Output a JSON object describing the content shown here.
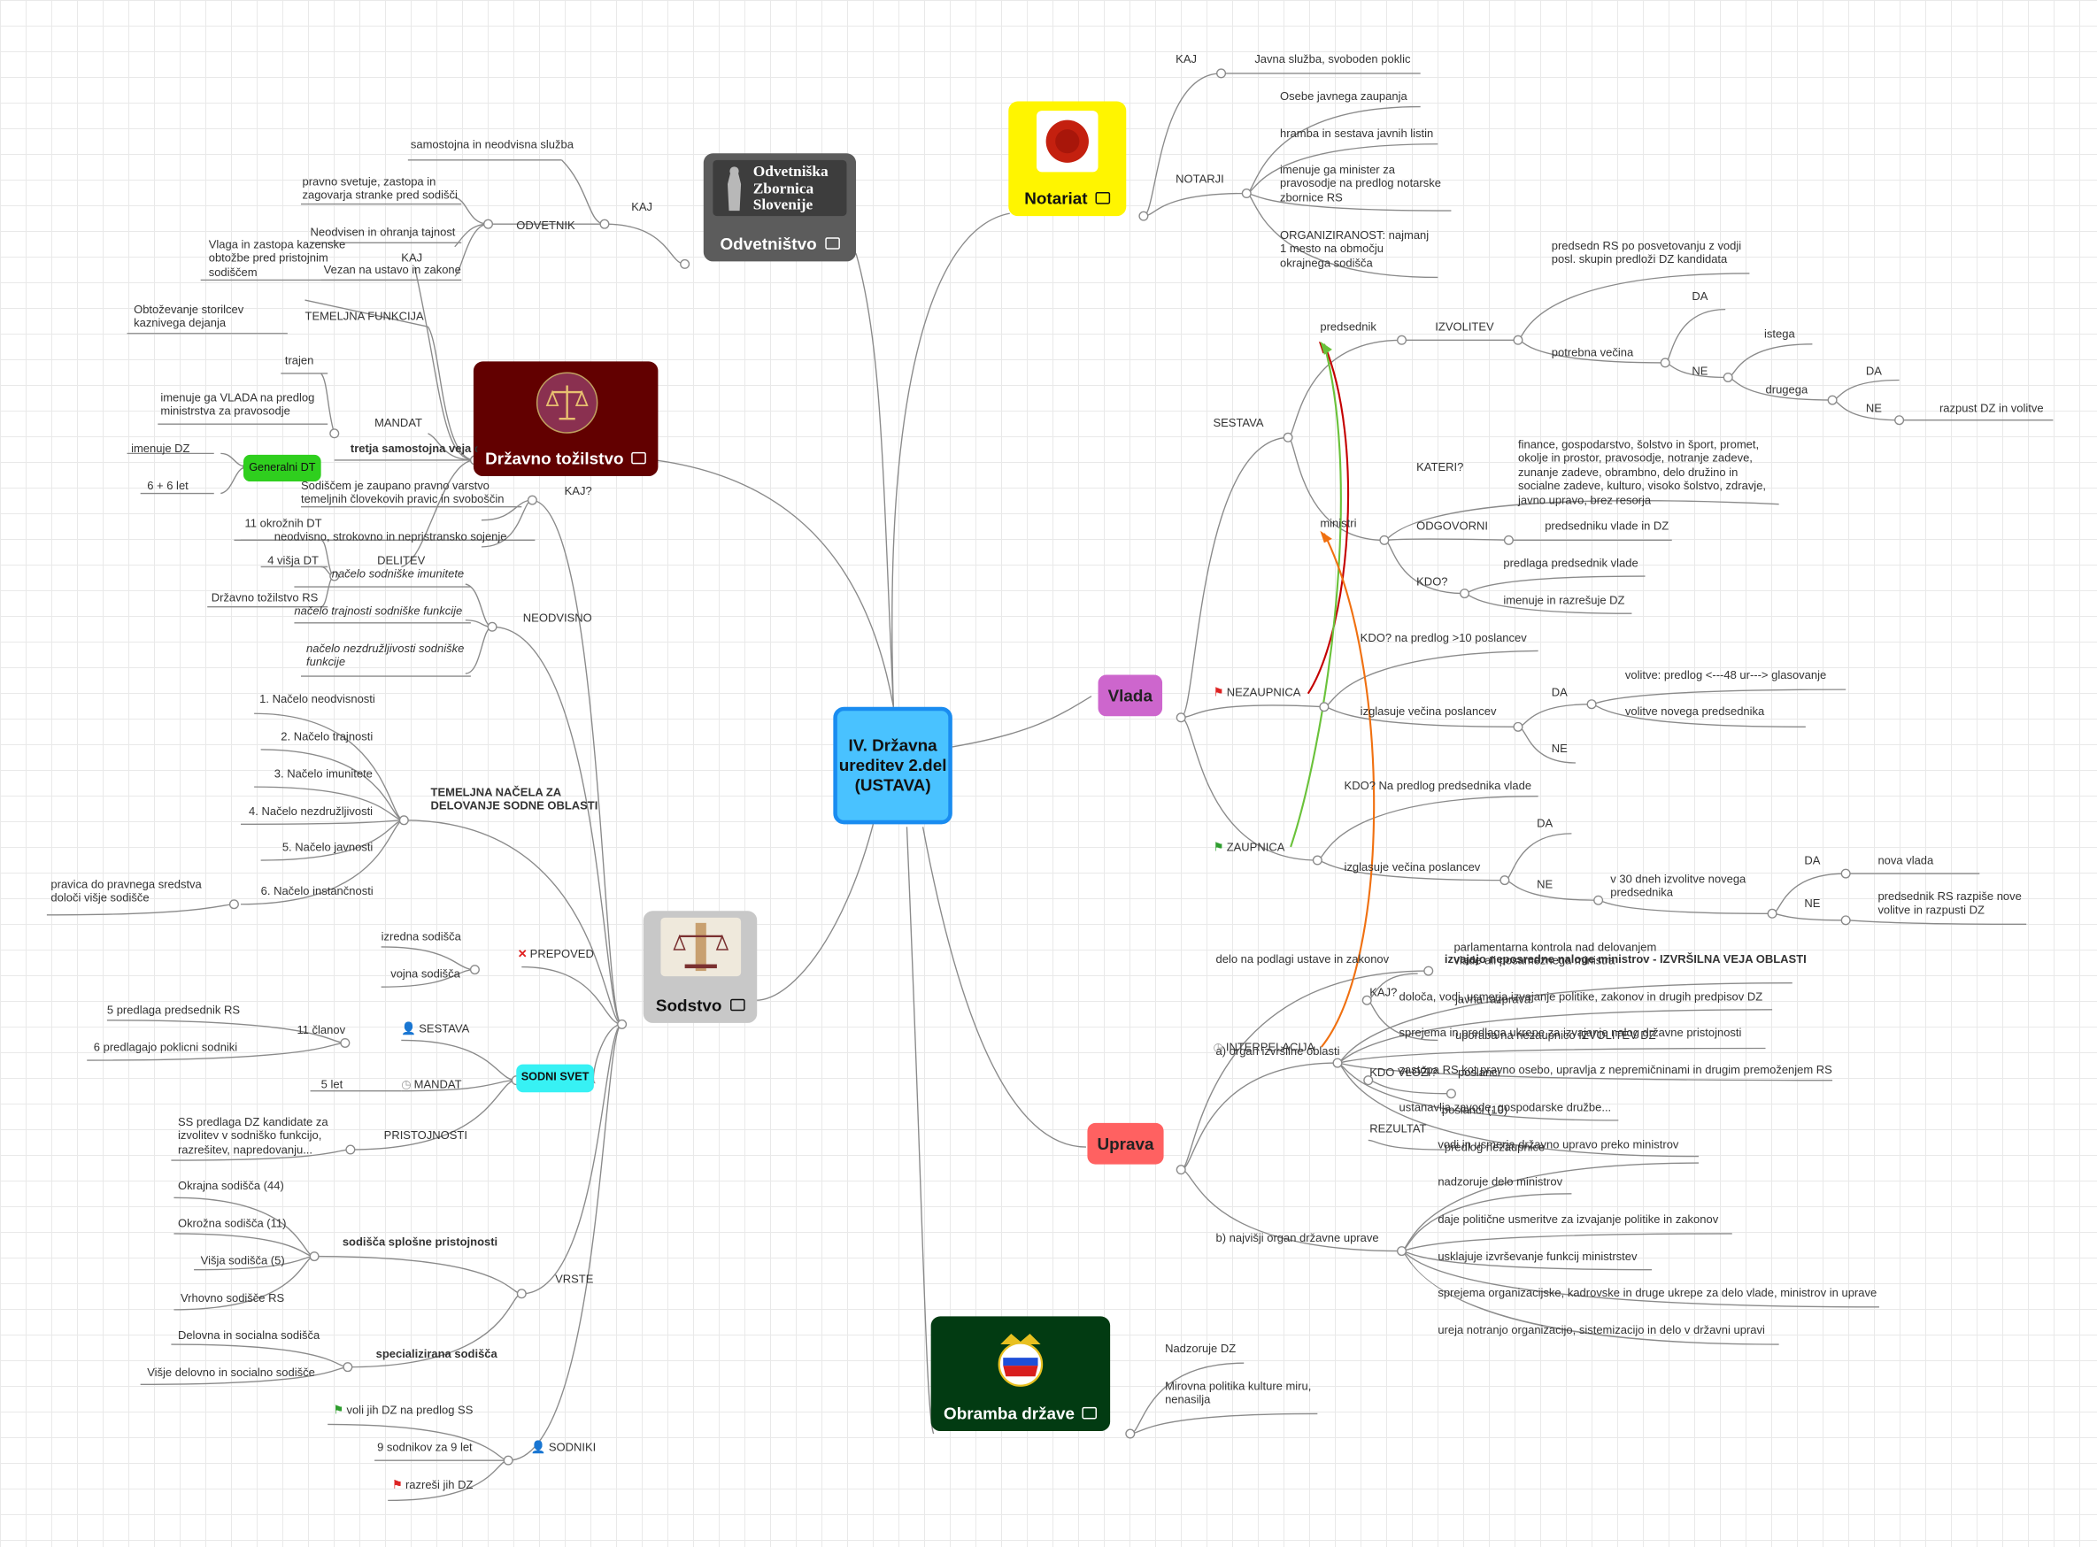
{
  "center": "IV. Državna ureditev 2.del (USTAVA)",
  "cards": {
    "odvetnistvo": {
      "label": "Odvetništvo",
      "logo": "Odvetniška Zbornica Slovenije"
    },
    "tozilstvo": {
      "label": "Državno tožilstvo"
    },
    "sodstvo": {
      "label": "Sodstvo"
    },
    "notariat": {
      "label": "Notariat"
    },
    "obramba": {
      "label": "Obramba države"
    }
  },
  "pills": {
    "vlada": "Vlada",
    "uprava": "Uprava"
  },
  "badges": {
    "generalni": "Generalni DT",
    "sodni_svet": "SODNI SVET"
  },
  "texts": {
    "samostojna": "samostojna in neodvisna služba",
    "pravno_svetuje": "pravno svetuje, zastopa in zagovarja stranke pred sodišči",
    "odvetnik": "ODVETNIK",
    "kaj1": "KAJ",
    "neodvisen": "Neodvisen in ohranja tajnost",
    "vezan": "Vezan na ustavo in zakone",
    "vlaga": "Vlaga in zastopa kazenske obtožbe pred pristojnim sodiščem",
    "kaj2": "KAJ",
    "obtozevanje": "Obtoževanje storilcev kaznivega dejanja",
    "temeljna_funkcija": "TEMELJNA FUNKCIJA",
    "trajen": "trajen",
    "imenuje_vlada": "imenuje ga VLADA na predlog ministrstva za pravosodje",
    "mandat": "MANDAT",
    "tretja": "tretja samostojna veja oblasti",
    "imenuje_dz": "imenuje DZ",
    "sest_let": "6 + 6 let",
    "kaj_q": "KAJ?",
    "sodiscem": "Sodiščem je zaupano pravno varstvo temeljnih človekovih pravic in svoboščin",
    "okrozni": "11 okrožnih DT",
    "neodvisno_strok": "neodvisno, strokovno in nepristransko sojenje",
    "delitev": "DELITEV",
    "visja": "4 višja DT",
    "imunitete": "načelo sodniške imunitete",
    "drz_toz": "Državno tožilstvo RS",
    "trajnosti_f": "načelo trajnosti sodniške funkcije",
    "neodvisno": "NEODVISNO",
    "nezdruz_f": "načelo nezdružljivosti sodniške funkcije",
    "n1": "1. Načelo neodvisnosti",
    "n2": "2. Načelo trajnosti",
    "n3": "3. Načelo imunitete",
    "temeljna_nacela": "TEMELJNA NAČELA ZA DELOVANJE SODNE OBLASTI",
    "n4": "4. Načelo nezdružljivosti",
    "n5": "5. Načelo javnosti",
    "pravica": "pravica do pravnega sredstva določi višje sodišče",
    "n6": "6. Načelo instančnosti",
    "izredna": "izredna sodišča",
    "prepoved": "PREPOVED",
    "vojna": "vojna sodišča",
    "pet_predlaga": "5 predlaga predsednik RS",
    "enajst": "11 članov",
    "sestava_ss": "SESTAVA",
    "sest_predlagajo": "6 predlagajo poklicni sodniki",
    "pet_let": "5 let",
    "mandat_ss": "MANDAT",
    "ss_predlaga": "SS predlaga DZ kandidate za izvolitev v sodniško funkcijo, razrešitev, napredovanju...",
    "pristojnosti": "PRISTOJNOSTI",
    "okrajna": "Okrajna sodišča (44)",
    "okrozna": "Okrožna sodišča (11)",
    "splosne": "sodišča splošne pristojnosti",
    "visja_s": "Višja sodišča (5)",
    "vrste": "VRSTE",
    "vrhovno": "Vrhovno sodišče RS",
    "delovna": "Delovna in socialna sodišča",
    "specializirana": "specializirana sodišča",
    "visje_delovno": "Višje delovno in socialno sodišče",
    "voli": "voli jih DZ na predlog SS",
    "sodniki": "SODNIKI",
    "devet": "9 sodnikov za 9 let",
    "razresi": "razreši jih DZ",
    "kaj_not": "KAJ",
    "javna": "Javna služba, svoboden poklic",
    "osebe": "Osebe javnega zaupanja",
    "hramba": "hramba in sestava javnih listin",
    "notarji": "NOTARJI",
    "imenuje_min": "imenuje ga minister za pravosodje na predlog notarske zbornice RS",
    "organiziranost": "ORGANIZIRANOST: najmanj 1 mesto na območju okrajnega sodišča",
    "predsedn_rs": "predsedn RS po posvetovanju z vodji posl. skupin predloži DZ kandidata",
    "predsednik": "predsednik",
    "izvolitev": "IZVOLITEV",
    "da1": "DA",
    "potrebna": "potrebna večina",
    "istega": "istega",
    "ne1": "NE",
    "da2": "DA",
    "drugega": "drugega",
    "sestava": "SESTAVA",
    "ne2": "NE",
    "razpust": "razpust DZ in volitve",
    "finance": "finance, gospodarstvo, šolstvo in šport, promet, okolje in prostor, pravosodje, notranje zadeve, zunanje zadeve, obrambno, delo družino in socialne zadeve, kulturo, visoko šolstvo, zdravje, javno upravo, brez resorja",
    "kateri": "KATERI?",
    "ministri": "ministri",
    "odgovorni": "ODGOVORNI",
    "predsedniku": "predsedniku vlade in DZ",
    "predlaga_pv": "predlaga predsednik vlade",
    "kdo": "KDO?",
    "imenuje_razresuje": "imenuje in razrešuje DZ",
    "kdo_predlog": "KDO? na predlog >10 poslancev",
    "volitve_predlog": "volitve: predlog <---48 ur---> glasovanje",
    "nezaupnica": "NEZAUPNICA",
    "da3": "DA",
    "izglasuje1": "izglasuje večina poslancev",
    "volitve_novega": "volitve novega predsednika",
    "ne3": "NE",
    "kdo_pv": "KDO? Na predlog predsednika vlade",
    "da4": "DA",
    "zaupnica": "ZAUPNICA",
    "izglasuje2": "izglasuje večina poslancev",
    "da5": "DA",
    "nova_vlada": "nova vlada",
    "ne4": "NE",
    "v30": "v 30 dneh izvolitve novega predsednika",
    "ne5": "NE",
    "predsednik_rs_razpise": "predsednik RS razpiše nove volitve in razpusti DZ",
    "parlamentarna": "parlamentarna kontrola nad delovanjem vlade ali posameznega ministra",
    "delo_podlagi": "delo na podlagi ustave in zakonov",
    "izvajajo": "izvajajo neposredne naloge ministrov - IZVRŠILNA VEJA OBLASTI",
    "kaj_q2": "KAJ?",
    "doloca": "določa, vodi, usmerja izvajanje politike, zakonov in drugih predpisov DZ",
    "javna_razprava": "javna razprava",
    "interpelacija": "INTERPELACIJA",
    "sprejema_predlaga": "sprejema in predlaga ukrepe za izvajanje nalog državne pristojnosti",
    "a_organ": "a) organ izvršilne oblasti",
    "uporaba": "uporaba na nezaupnico IZVOLITEV DZ",
    "kdo_vlozi": "KDO VLOŽI?",
    "zastopa": "zastopa RS kot pravno osebo, upravlja z nepremičninami in drugim premoženjem RS",
    "poslanci": "poslanci",
    "ustanavlja": "ustanavlja zavode, gospodarske družbe...",
    "poslanci_10": "poslanci (10)",
    "rezultat": "REZULTAT",
    "vodi_usmerja": "vodi in usmerja državno upravo preko ministrov",
    "predlog_nezaupnice": "predlog nezaupnice",
    "nadzoruje": "nadzoruje delo ministrov",
    "daje": "daje politične usmeritve za izvajanje politike in zakonov",
    "b_najvisji": "b) najvišji organ državne uprave",
    "usklajuje": "usklajuje izvrševanje funkcij ministrstev",
    "sprejema_org": "sprejema organizacijske, kadrovske in druge ukrepe za delo vlade, ministrov in uprave",
    "ureja": "ureja notranjo organizacijo, sistemizacijo in delo v državni upravi",
    "nadzoruje_dz": "Nadzoruje DZ",
    "mirovna": "Mirovna politika kulture miru, nenasilja"
  },
  "colors": {
    "center_bg": "#49c2ff",
    "center_border": "#1a8cf0",
    "odvetnistvo_bg": "#5c5c5c",
    "tozilstvo_bg": "#620000",
    "sodstvo_bg": "#c8c8c8",
    "notariat_bg": "#fff500",
    "obramba_bg": "#023b12",
    "vlada_bg": "#cd66cd",
    "uprava_bg": "#ff6161",
    "generalni_bg": "#2fcf1e",
    "sodni_svet_bg": "#37f1f4"
  },
  "icons": [
    "image-icon",
    "green-flag-icon",
    "red-flag-icon",
    "person-icon",
    "clock-icon",
    "red-x-icon",
    "scales-icon",
    "wax-seal-icon",
    "shield-icon"
  ]
}
